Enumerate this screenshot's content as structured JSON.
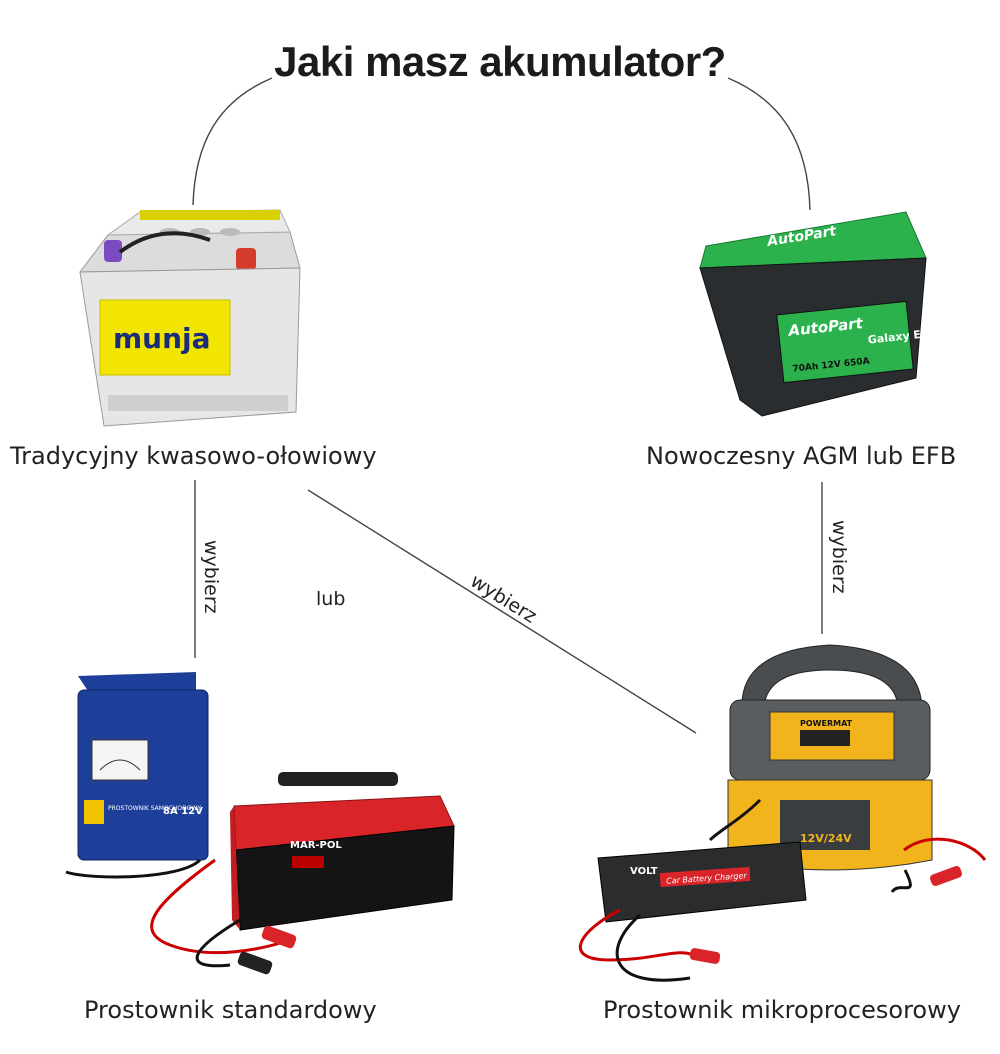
{
  "title": "Jaki masz akumulator?",
  "nodes": {
    "battery_lead_acid": {
      "label": "Tradycyjny kwasowo-ołowiowy",
      "brand": "munja"
    },
    "battery_agm_efb": {
      "label": "Nowoczesny AGM lub EFB",
      "brand": "AutoPart",
      "model": "Galaxy EFB",
      "spec": "70Ah 12V 650A"
    },
    "charger_standard": {
      "label": "Prostownik standardowy",
      "brand_left": "PROSTOWNIK SAMOCHODOWY",
      "rating_left": "8A 12V",
      "brand_right": "MAR-POL"
    },
    "charger_micro": {
      "label": "Prostownik mikroprocesorowy",
      "brand_back": "POWERMAT",
      "rating_back": "12V/24V",
      "brand_front": "VOLT",
      "front_text": "Car Battery Charger"
    }
  },
  "edges": {
    "left_vertical": "wybierz",
    "middle_or": "lub",
    "diagonal": "wybierz",
    "right_vertical": "wybierz"
  },
  "colors": {
    "line": "#444444",
    "agm_green": "#2bb24c",
    "munja_yellow": "#f2e600",
    "charger_blue": "#1d3f9a",
    "charger_red": "#d9252a",
    "charger_yellow": "#f2b41c"
  }
}
